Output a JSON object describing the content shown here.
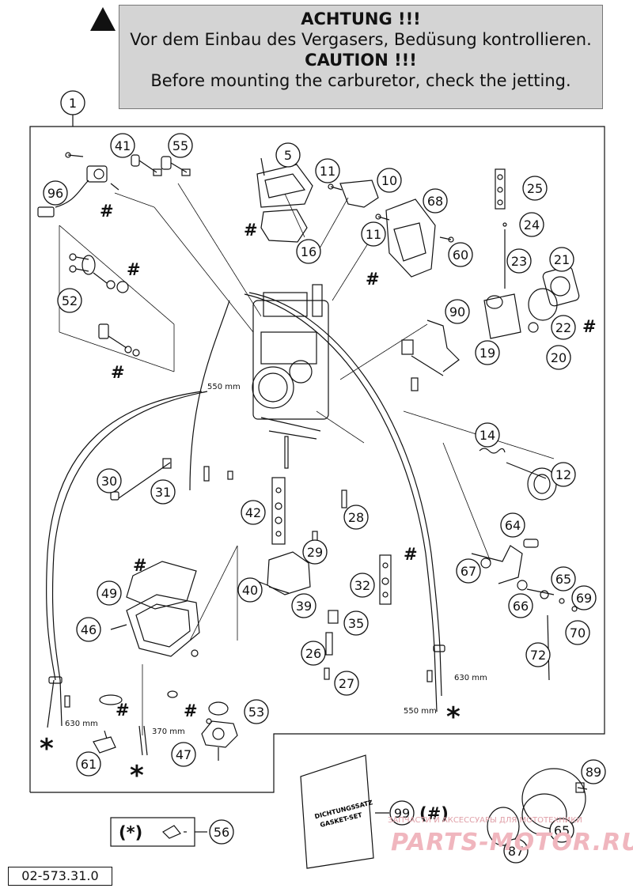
{
  "caution": {
    "line1": "ACHTUNG !!!",
    "line2": "Vor dem Einbau des Vergasers, Bedüsung kontrollieren.",
    "line3": "CAUTION !!!",
    "line4": "Before mounting the carburetor, check the jetting."
  },
  "callouts": [
    {
      "id": "1",
      "label": "1"
    },
    {
      "id": "5",
      "label": "5"
    },
    {
      "id": "10",
      "label": "10"
    },
    {
      "id": "11a",
      "label": "11"
    },
    {
      "id": "11b",
      "label": "11"
    },
    {
      "id": "12",
      "label": "12"
    },
    {
      "id": "14",
      "label": "14"
    },
    {
      "id": "16",
      "label": "16"
    },
    {
      "id": "19",
      "label": "19"
    },
    {
      "id": "20",
      "label": "20"
    },
    {
      "id": "21",
      "label": "21"
    },
    {
      "id": "22",
      "label": "22"
    },
    {
      "id": "23",
      "label": "23"
    },
    {
      "id": "24",
      "label": "24"
    },
    {
      "id": "25",
      "label": "25"
    },
    {
      "id": "26",
      "label": "26"
    },
    {
      "id": "27",
      "label": "27"
    },
    {
      "id": "28",
      "label": "28"
    },
    {
      "id": "29",
      "label": "29"
    },
    {
      "id": "30",
      "label": "30"
    },
    {
      "id": "31",
      "label": "31"
    },
    {
      "id": "32",
      "label": "32"
    },
    {
      "id": "35",
      "label": "35"
    },
    {
      "id": "39",
      "label": "39"
    },
    {
      "id": "40",
      "label": "40"
    },
    {
      "id": "41",
      "label": "41"
    },
    {
      "id": "42",
      "label": "42"
    },
    {
      "id": "46",
      "label": "46"
    },
    {
      "id": "47",
      "label": "47"
    },
    {
      "id": "49",
      "label": "49"
    },
    {
      "id": "52",
      "label": "52"
    },
    {
      "id": "53",
      "label": "53"
    },
    {
      "id": "55",
      "label": "55"
    },
    {
      "id": "56",
      "label": "56"
    },
    {
      "id": "60",
      "label": "60"
    },
    {
      "id": "61",
      "label": "61"
    },
    {
      "id": "64",
      "label": "64"
    },
    {
      "id": "65a",
      "label": "65"
    },
    {
      "id": "65b",
      "label": "65"
    },
    {
      "id": "66",
      "label": "66"
    },
    {
      "id": "67",
      "label": "67"
    },
    {
      "id": "68",
      "label": "68"
    },
    {
      "id": "69",
      "label": "69"
    },
    {
      "id": "70",
      "label": "70"
    },
    {
      "id": "72",
      "label": "72"
    },
    {
      "id": "87",
      "label": "87"
    },
    {
      "id": "89",
      "label": "89"
    },
    {
      "id": "90",
      "label": "90"
    },
    {
      "id": "96",
      "label": "96"
    },
    {
      "id": "99",
      "label": "99"
    }
  ],
  "dimensions": {
    "d550a": "550 mm",
    "d630a": "630 mm",
    "d370": "370 mm",
    "d630b": "630 mm",
    "d550b": "550 mm"
  },
  "markers": {
    "hash": "#",
    "star": "*",
    "star_paren": "(*)",
    "hash_paren": "(#)"
  },
  "gasket_set": {
    "line1": "DICHTUNGSSATZ",
    "line2": "GASKET-SET"
  },
  "part_number": "02-573.31.0",
  "watermark": {
    "small": "ЗАПЧАСТИ И АКСЕССУАРЫ ДЛЯ МОТОТЕХНИКИ",
    "big": "PARTS-MOTOR.RU"
  },
  "colors": {
    "caution_bg": "#d4d4d4",
    "line": "#111111",
    "watermark": "#f0b6be"
  },
  "icons": {
    "warning": "warning-triangle-icon"
  }
}
